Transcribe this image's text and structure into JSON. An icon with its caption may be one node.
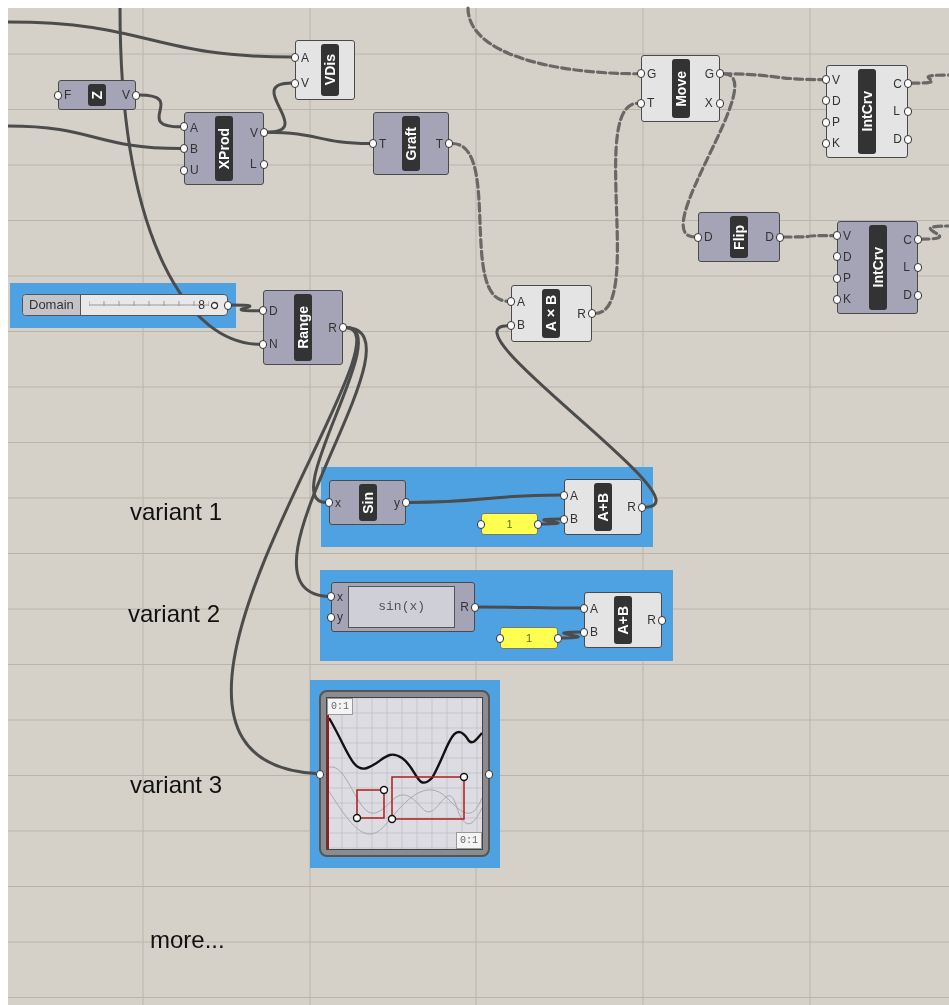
{
  "diagram": {
    "nodes": [
      {
        "text": [
          "A",
          "V",
          "VDis"
        ]
      },
      {
        "text": [
          "F",
          "Z",
          "V"
        ]
      },
      {
        "text": [
          "A",
          "B",
          "U",
          "XProd",
          "V",
          "L"
        ]
      },
      {
        "text": [
          "T",
          "Graft",
          "T"
        ]
      },
      {
        "text": [
          "G",
          "T",
          "Move",
          "G",
          "X"
        ]
      },
      {
        "text": [
          "V",
          "D",
          "P",
          "K",
          "IntCrv",
          "C",
          "L",
          "D"
        ]
      },
      {
        "text": [
          "D",
          "Flip",
          "D"
        ]
      },
      {
        "text": [
          "V",
          "D",
          "P",
          "K",
          "IntCrv",
          "C",
          "L",
          "D"
        ]
      },
      {
        "text": [],
        "shape": "box"
      },
      {
        "text": [
          "Domain",
          "8"
        ],
        "in": 8
      },
      {
        "text": [
          "D",
          "N",
          "Range",
          "R"
        ]
      },
      {
        "text": [
          "A",
          "B",
          "A×B",
          "R"
        ]
      },
      {
        "text": [],
        "shape": "box"
      },
      {
        "text": [
          "x",
          "Sin",
          "y"
        ],
        "in": 12
      },
      {
        "text": [
          "A",
          "B",
          "A+B",
          "R"
        ],
        "in": 12
      },
      {
        "text": [
          "1"
        ],
        "in": 12
      },
      {
        "text": [],
        "shape": "box"
      },
      {
        "text": [
          "x",
          "y",
          "sin(x)",
          "R"
        ],
        "in": 16
      },
      {
        "text": [
          "A",
          "B",
          "A+B",
          "R"
        ],
        "in": 16
      },
      {
        "text": [
          "1"
        ],
        "in": 16
      },
      {
        "text": [],
        "shape": "box"
      },
      {
        "text": [
          "0:1",
          "0:1"
        ],
        "in": 20
      }
    ],
    "edges": [
      {
        "from": null,
        "to": 0,
        "arrow": "none"
      },
      {
        "from": 1,
        "to": 2,
        "arrow": "none"
      },
      {
        "from": null,
        "to": 2,
        "arrow": "none"
      },
      {
        "from": 2,
        "to": 0,
        "arrow": "none"
      },
      {
        "from": 2,
        "to": 3,
        "arrow": "none"
      },
      {
        "from": 3,
        "to": 11,
        "arrow": "none",
        "style": "dashed"
      },
      {
        "from": null,
        "to": 4,
        "arrow": "none",
        "style": "dashed"
      },
      {
        "from": 11,
        "to": 4,
        "arrow": "none",
        "style": "dashed"
      },
      {
        "from": 4,
        "to": 5,
        "arrow": "none",
        "style": "dashed"
      },
      {
        "from": 4,
        "to": 6,
        "arrow": "none",
        "style": "dashed"
      },
      {
        "from": 6,
        "to": 7,
        "arrow": "none",
        "style": "dashed"
      },
      {
        "from": 5,
        "to": null,
        "arrow": "none",
        "style": "dashed"
      },
      {
        "from": 7,
        "to": null,
        "arrow": "none",
        "style": "dashed"
      },
      {
        "from": 9,
        "to": 10,
        "arrow": "none"
      },
      {
        "from": null,
        "to": 10,
        "arrow": "none"
      },
      {
        "from": 10,
        "to": 13,
        "arrow": "none"
      },
      {
        "from": 10,
        "to": 17,
        "arrow": "none"
      },
      {
        "from": 10,
        "to": 21,
        "arrow": "none"
      },
      {
        "from": 13,
        "to": 14,
        "arrow": "none"
      },
      {
        "from": 15,
        "to": 14,
        "arrow": "none"
      },
      {
        "from": 14,
        "to": 11,
        "arrow": "none"
      },
      {
        "from": 17,
        "to": 18,
        "arrow": "none"
      },
      {
        "from": 19,
        "to": 18,
        "arrow": "none"
      }
    ],
    "labels": [
      "variant 1",
      "variant 2",
      "variant 3",
      "more..."
    ]
  }
}
